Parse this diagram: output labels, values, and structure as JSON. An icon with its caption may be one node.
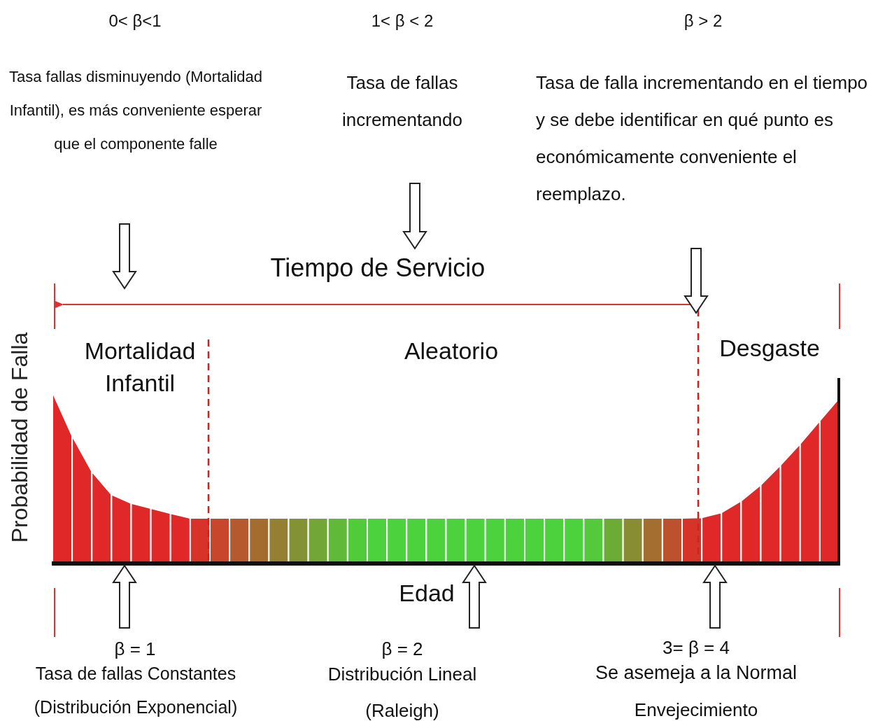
{
  "diagram": {
    "labels": [
      "0< β<1",
      "1< β < 2",
      "β > 2",
      "Tasa fallas disminuyendo (Mortalidad Infantil), es más conveniente esperar que el componente falle",
      "Tasa de fallas incrementando",
      "Tasa de falla incrementando en el tiempo y se debe identificar en qué punto es económicamente conveniente el reemplazo.",
      "Tiempo de Servicio",
      "Probabilidad de Falla",
      "Mortalidad Infantil",
      "Aleatorio",
      "Desgaste",
      "Edad",
      "β = 1",
      "Tasa de fallas Constantes",
      "(Distribución Exponencial)",
      "β = 2",
      "Distribución Lineal",
      "(Raleigh)",
      "3= β = 4",
      "Se asemeja a la Normal",
      "Envejecimiento"
    ]
  }
}
